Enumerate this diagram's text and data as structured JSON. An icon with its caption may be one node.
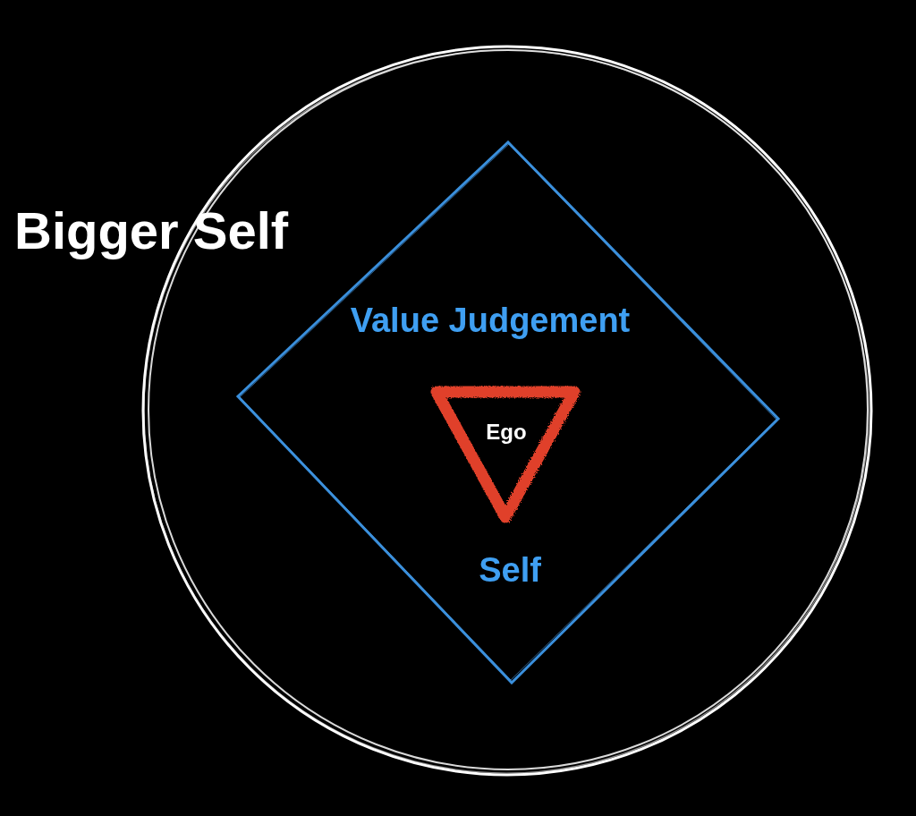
{
  "diagram": {
    "nodes": [
      {
        "text": [
          "Bigger Self"
        ]
      },
      {
        "text": [
          "Value Judgement",
          "Self"
        ],
        "in": 0
      },
      {
        "text": [
          "Ego"
        ],
        "in": 1
      }
    ]
  }
}
